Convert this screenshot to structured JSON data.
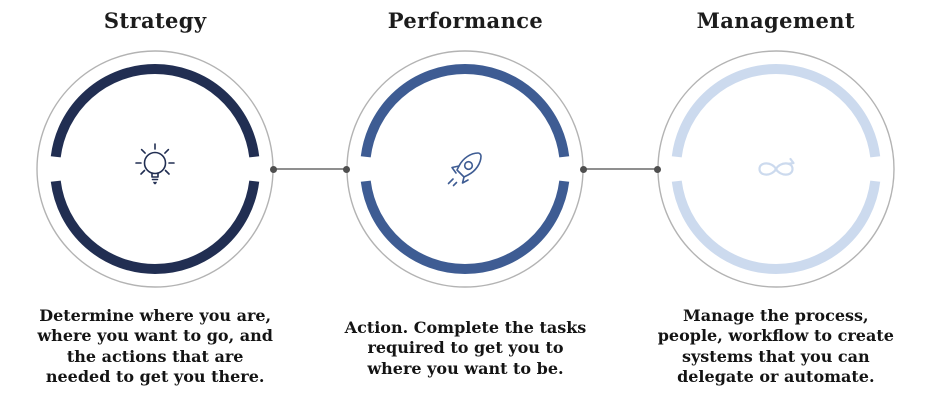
{
  "columns": [
    {
      "title": "Strategy",
      "icon": "lightbulb-icon",
      "ring_color": "#212e52",
      "description": "Determine where you are, where you want to go, and the actions that are needed to get you there."
    },
    {
      "title": "Performance",
      "icon": "rocket-icon",
      "ring_color": "#3e5c93",
      "description": "Action.  Complete the tasks required to get you to where you want to be."
    },
    {
      "title": "Management",
      "icon": "infinity-loop-icon",
      "ring_color": "#ccdaee",
      "description": "Manage the process, people, workflow to create systems that you can delegate or automate."
    }
  ],
  "colors": {
    "outer_ring": "#b3b3b3",
    "connector_line": "#8f8f8f",
    "connector_dot": "#4f4f4f"
  }
}
